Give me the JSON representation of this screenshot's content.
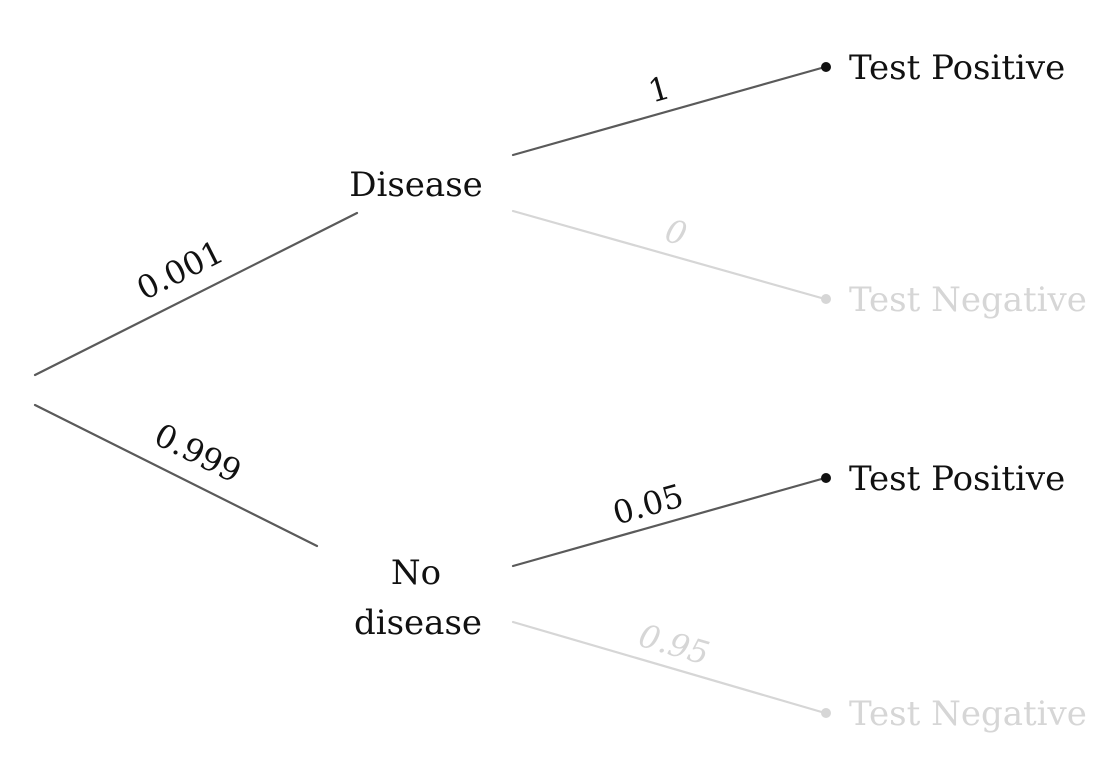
{
  "colors": {
    "active": "#111111",
    "edge": "#5a5a5a",
    "faded": "#d6d6d6"
  },
  "tree": {
    "branch_disease": {
      "probability": "0.001",
      "node_label": "Disease",
      "positive": {
        "probability": "1",
        "outcome": "Test Positive"
      },
      "negative": {
        "probability": "0",
        "outcome": "Test Negative"
      }
    },
    "branch_no_disease": {
      "probability": "0.999",
      "node_label_line1": "No",
      "node_label_line2": "disease",
      "positive": {
        "probability": "0.05",
        "outcome": "Test Positive"
      },
      "negative": {
        "probability": "0.95",
        "outcome": "Test Negative"
      }
    }
  }
}
